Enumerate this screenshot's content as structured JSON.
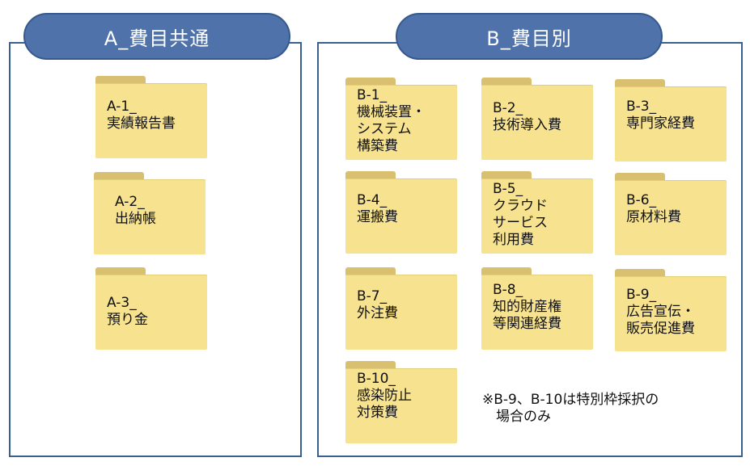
{
  "panels": {
    "a": {
      "title": "A_費目共通"
    },
    "b": {
      "title": "B_費目別"
    }
  },
  "folders": {
    "a1": "A-1_\n実績報告書",
    "a2": "A-2_\n出納帳",
    "a3": "A-3_\n預り金",
    "b1": "B-1_\n機械装置・\nシステム\n構築費",
    "b2": "B-2_\n技術導入費",
    "b3": "B-3_\n専門家経費",
    "b4": "B-4_\n運搬費",
    "b5": "B-5_\nクラウド\nサービス\n利用費",
    "b6": "B-6_\n原材料費",
    "b7": "B-7_\n外注費",
    "b8": "B-8_\n知的財産権\n等関連経費",
    "b9": "B-9_\n広告宣伝・\n販売促進費",
    "b10": "B-10_\n感染防止\n対策費"
  },
  "note": "※B-9、B-10は特別枠採択の\n　場合のみ",
  "colors": {
    "tab_fill": "#4f72ab",
    "panel_border": "#3a5f91",
    "folder_front": "#f6e28f",
    "folder_tab": "#d8c070"
  }
}
